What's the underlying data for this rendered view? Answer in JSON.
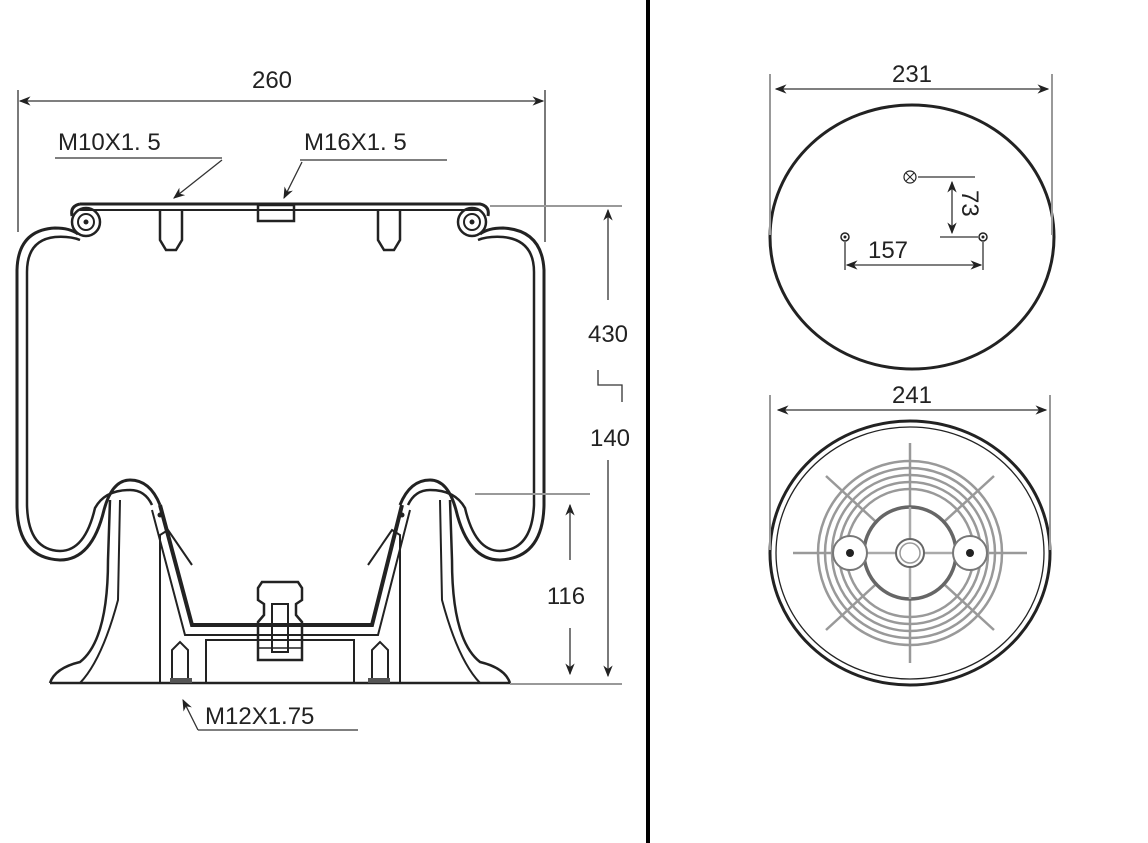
{
  "side_view": {
    "width_dim": "260",
    "thread_top_left": "M10X1. 5",
    "thread_top_center": "M16X1. 5",
    "height_max": "430",
    "height_min": "140",
    "piston_height": "116",
    "thread_bottom": "M12X1.75"
  },
  "top_view": {
    "diameter": "231",
    "offset": "73",
    "hole_spacing": "157"
  },
  "bottom_view": {
    "diameter": "241"
  }
}
